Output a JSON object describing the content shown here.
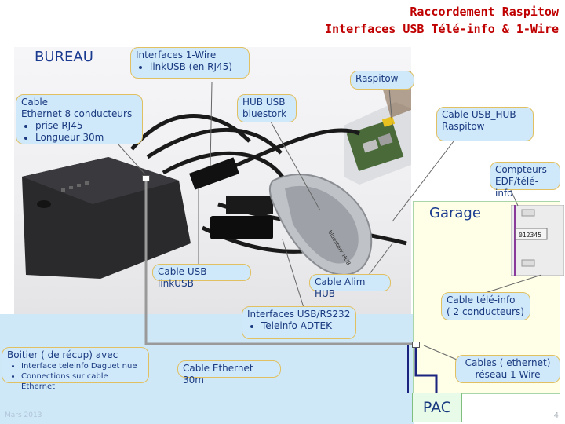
{
  "header": {
    "title_line1": "Raccordement Raspitow",
    "title_line2": "Interfaces USB Télé-info & 1-Wire"
  },
  "regions": {
    "bureau": "BUREAU",
    "garage": "Garage",
    "pac": "PAC"
  },
  "callouts": {
    "ethernet_cable": {
      "title": "Cable",
      "line2": "Ethernet 8 conducteurs",
      "items": [
        "prise RJ45",
        "Longueur 30m"
      ]
    },
    "onewire_interfaces": {
      "title": "Interfaces 1-Wire",
      "items": [
        "linkUSB (en RJ45)"
      ]
    },
    "hub_usb": {
      "line1": "HUB USB",
      "line2": "bluestork"
    },
    "raspitow": "Raspitow",
    "cable_usb_hub": {
      "line1": "Cable USB_HUB-",
      "line2": "Raspitow"
    },
    "compteurs": {
      "line1": "Compteurs",
      "line2": "EDF/télé-info"
    },
    "cable_usb_linkusb": "Cable USB linkUSB",
    "cable_alim_hub": "Cable Alim HUB",
    "teleinfo_cable": {
      "line1": "Cable télé-info",
      "line2": "( 2 conducteurs)"
    },
    "usb_interfaces": {
      "title": "Interfaces USB/RS232",
      "items": [
        "Teleinfo ADTEK"
      ]
    },
    "boitier": {
      "title": "Boitier ( de récup) avec",
      "items": [
        "Interface teleinfo Daguet nue",
        "Connections sur cable Ethernet"
      ]
    },
    "cable_ethernet_30m": "Cable Ethernet 30m",
    "cables_1wire": {
      "line1": "Cables  ( ethernet)",
      "line2": "réseau 1-Wire"
    }
  },
  "device_labels": {
    "hub_brand": "bluestork HUB",
    "meter_display": "012345"
  },
  "footer": {
    "left": "Mars 2013",
    "page": "4"
  },
  "colors": {
    "title_red": "#c00000",
    "label_blue": "#1a3a80",
    "callout_fill": "#cfe8fa",
    "callout_border": "#e0c060",
    "bureau_fill": "#cfe8f8",
    "garage_fill": "#ffffe8",
    "cable_grey": "#9a9a9a",
    "cable_navy": "#1a237e"
  }
}
